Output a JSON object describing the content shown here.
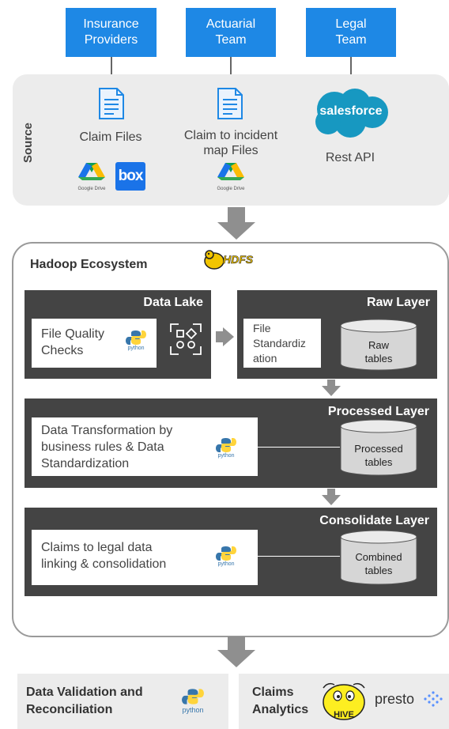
{
  "sources": [
    {
      "label": "Insurance Providers",
      "line1": "Insurance",
      "line2": "Providers"
    },
    {
      "label": "Actuarial Team",
      "line1": "Actuarial",
      "line2": "Team"
    },
    {
      "label": "Legal Team",
      "line1": "Legal",
      "line2": "Team"
    }
  ],
  "source_panel": {
    "label": "Source",
    "claim_files": "Claim Files",
    "incident_line1": "Claim to incident",
    "incident_line2": "map Files",
    "rest_api": "Rest API",
    "salesforce": "salesforce",
    "google_drive": "Google Drive",
    "box": "box"
  },
  "hadoop": {
    "title": "Hadoop Ecosystem",
    "hdfs": "HDFS",
    "data_lake": {
      "title": "Data Lake",
      "check_line1": "File Quality",
      "check_line2": "Checks"
    },
    "raw_layer": {
      "title": "Raw Layer",
      "std_line1": "File",
      "std_line2": "Standardiz",
      "std_line3": "ation",
      "table_line1": "Raw",
      "table_line2": "tables"
    },
    "processed_layer": {
      "title": "Processed Layer",
      "line1": "Data Transformation by",
      "line2": "business rules & Data",
      "line3": "Standardization",
      "table_line1": "Processed",
      "table_line2": "tables"
    },
    "consolidate_layer": {
      "title": "Consolidate Layer",
      "line1": "Claims to legal data",
      "line2": "linking & consolidation",
      "table_line1": "Combined",
      "table_line2": "tables"
    }
  },
  "outputs": {
    "validation_line1": "Data Validation and",
    "validation_line2": "Reconciliation",
    "analytics_line1": "Claims",
    "analytics_line2": "Analytics",
    "hive": "HIVE",
    "presto": "presto"
  },
  "python_label": "python",
  "colors": {
    "source_blue": "#1e88e5",
    "dark_panel": "#444444",
    "light_panel": "#ececec",
    "arrow_gray": "#8f8f8f"
  }
}
